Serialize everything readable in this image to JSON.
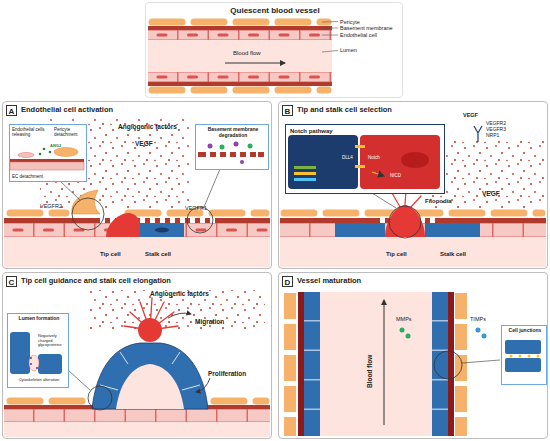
{
  "diagram": {
    "nodes": [
      {
        "text": [
          "Quiescent blood vessel"
        ]
      },
      {
        "text": [
          "A",
          "Endothelial cell activation"
        ]
      },
      {
        "text": [
          "Endothelial cells releasing",
          "ANG2",
          "Pericyte detachment",
          "EC detachment"
        ],
        "in": 1
      },
      {
        "text": [
          "Basement membrane degradation"
        ],
        "in": 1
      },
      {
        "text": [
          "B",
          "Tip and stalk cell selection"
        ]
      },
      {
        "text": [
          "Notch pathway",
          "DLL4",
          "Notch",
          "NICD"
        ],
        "in": 4
      },
      {
        "text": [
          "C",
          "Tip cell guidance and stalk cell elongation"
        ]
      },
      {
        "text": [
          "Lumen formation",
          "Negatively charged glycoproteins",
          "Cytoskeleton alteration"
        ],
        "in": 6
      },
      {
        "text": [
          "D",
          "Vessel maturation"
        ]
      },
      {
        "text": [
          "Cell junctions"
        ],
        "in": 8
      }
    ],
    "labels": [
      "Pericyte",
      "Basement membrane",
      "Endothelial cell",
      "Lumen",
      "Blood flow",
      "Angiogenic factors",
      "VEGF",
      "VEGFR2",
      "VEGFR1",
      "Tip cell",
      "Stalk cell",
      "VEGF",
      "VEGFR2",
      "VEGFR3",
      "NRP1",
      "Filopodia",
      "VEGF",
      "Tip cell",
      "Stalk cell",
      "Angiogenic factors",
      "Migration",
      "Proliferation",
      "Blood flow",
      "MMPs",
      "TIMPs"
    ]
  }
}
